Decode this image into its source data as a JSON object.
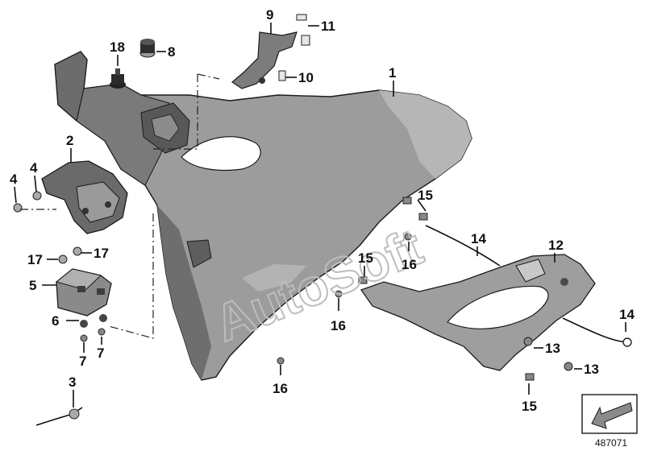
{
  "watermark": "AutoSoft",
  "diagram_ref": "487071",
  "callouts": [
    {
      "id": "c1",
      "label": "1"
    },
    {
      "id": "c2",
      "label": "2"
    },
    {
      "id": "c3",
      "label": "3"
    },
    {
      "id": "c4a",
      "label": "4"
    },
    {
      "id": "c4b",
      "label": "4"
    },
    {
      "id": "c5",
      "label": "5"
    },
    {
      "id": "c6",
      "label": "6"
    },
    {
      "id": "c7a",
      "label": "7"
    },
    {
      "id": "c7b",
      "label": "7"
    },
    {
      "id": "c8",
      "label": "8"
    },
    {
      "id": "c9",
      "label": "9"
    },
    {
      "id": "c10",
      "label": "10"
    },
    {
      "id": "c11",
      "label": "11"
    },
    {
      "id": "c12",
      "label": "12"
    },
    {
      "id": "c13a",
      "label": "13"
    },
    {
      "id": "c13b",
      "label": "13"
    },
    {
      "id": "c14a",
      "label": "14"
    },
    {
      "id": "c14b",
      "label": "14"
    },
    {
      "id": "c15a",
      "label": "15"
    },
    {
      "id": "c15b",
      "label": "15"
    },
    {
      "id": "c15c",
      "label": "15"
    },
    {
      "id": "c16a",
      "label": "16"
    },
    {
      "id": "c16b",
      "label": "16"
    },
    {
      "id": "c16c",
      "label": "16"
    },
    {
      "id": "c17a",
      "label": "17"
    },
    {
      "id": "c17b",
      "label": "17"
    },
    {
      "id": "c18",
      "label": "18"
    }
  ],
  "colors": {
    "part_dark": "#6f6f6f",
    "part_mid": "#9a9a9a",
    "part_light": "#c9c9c9",
    "outline": "#1a1a1a"
  }
}
